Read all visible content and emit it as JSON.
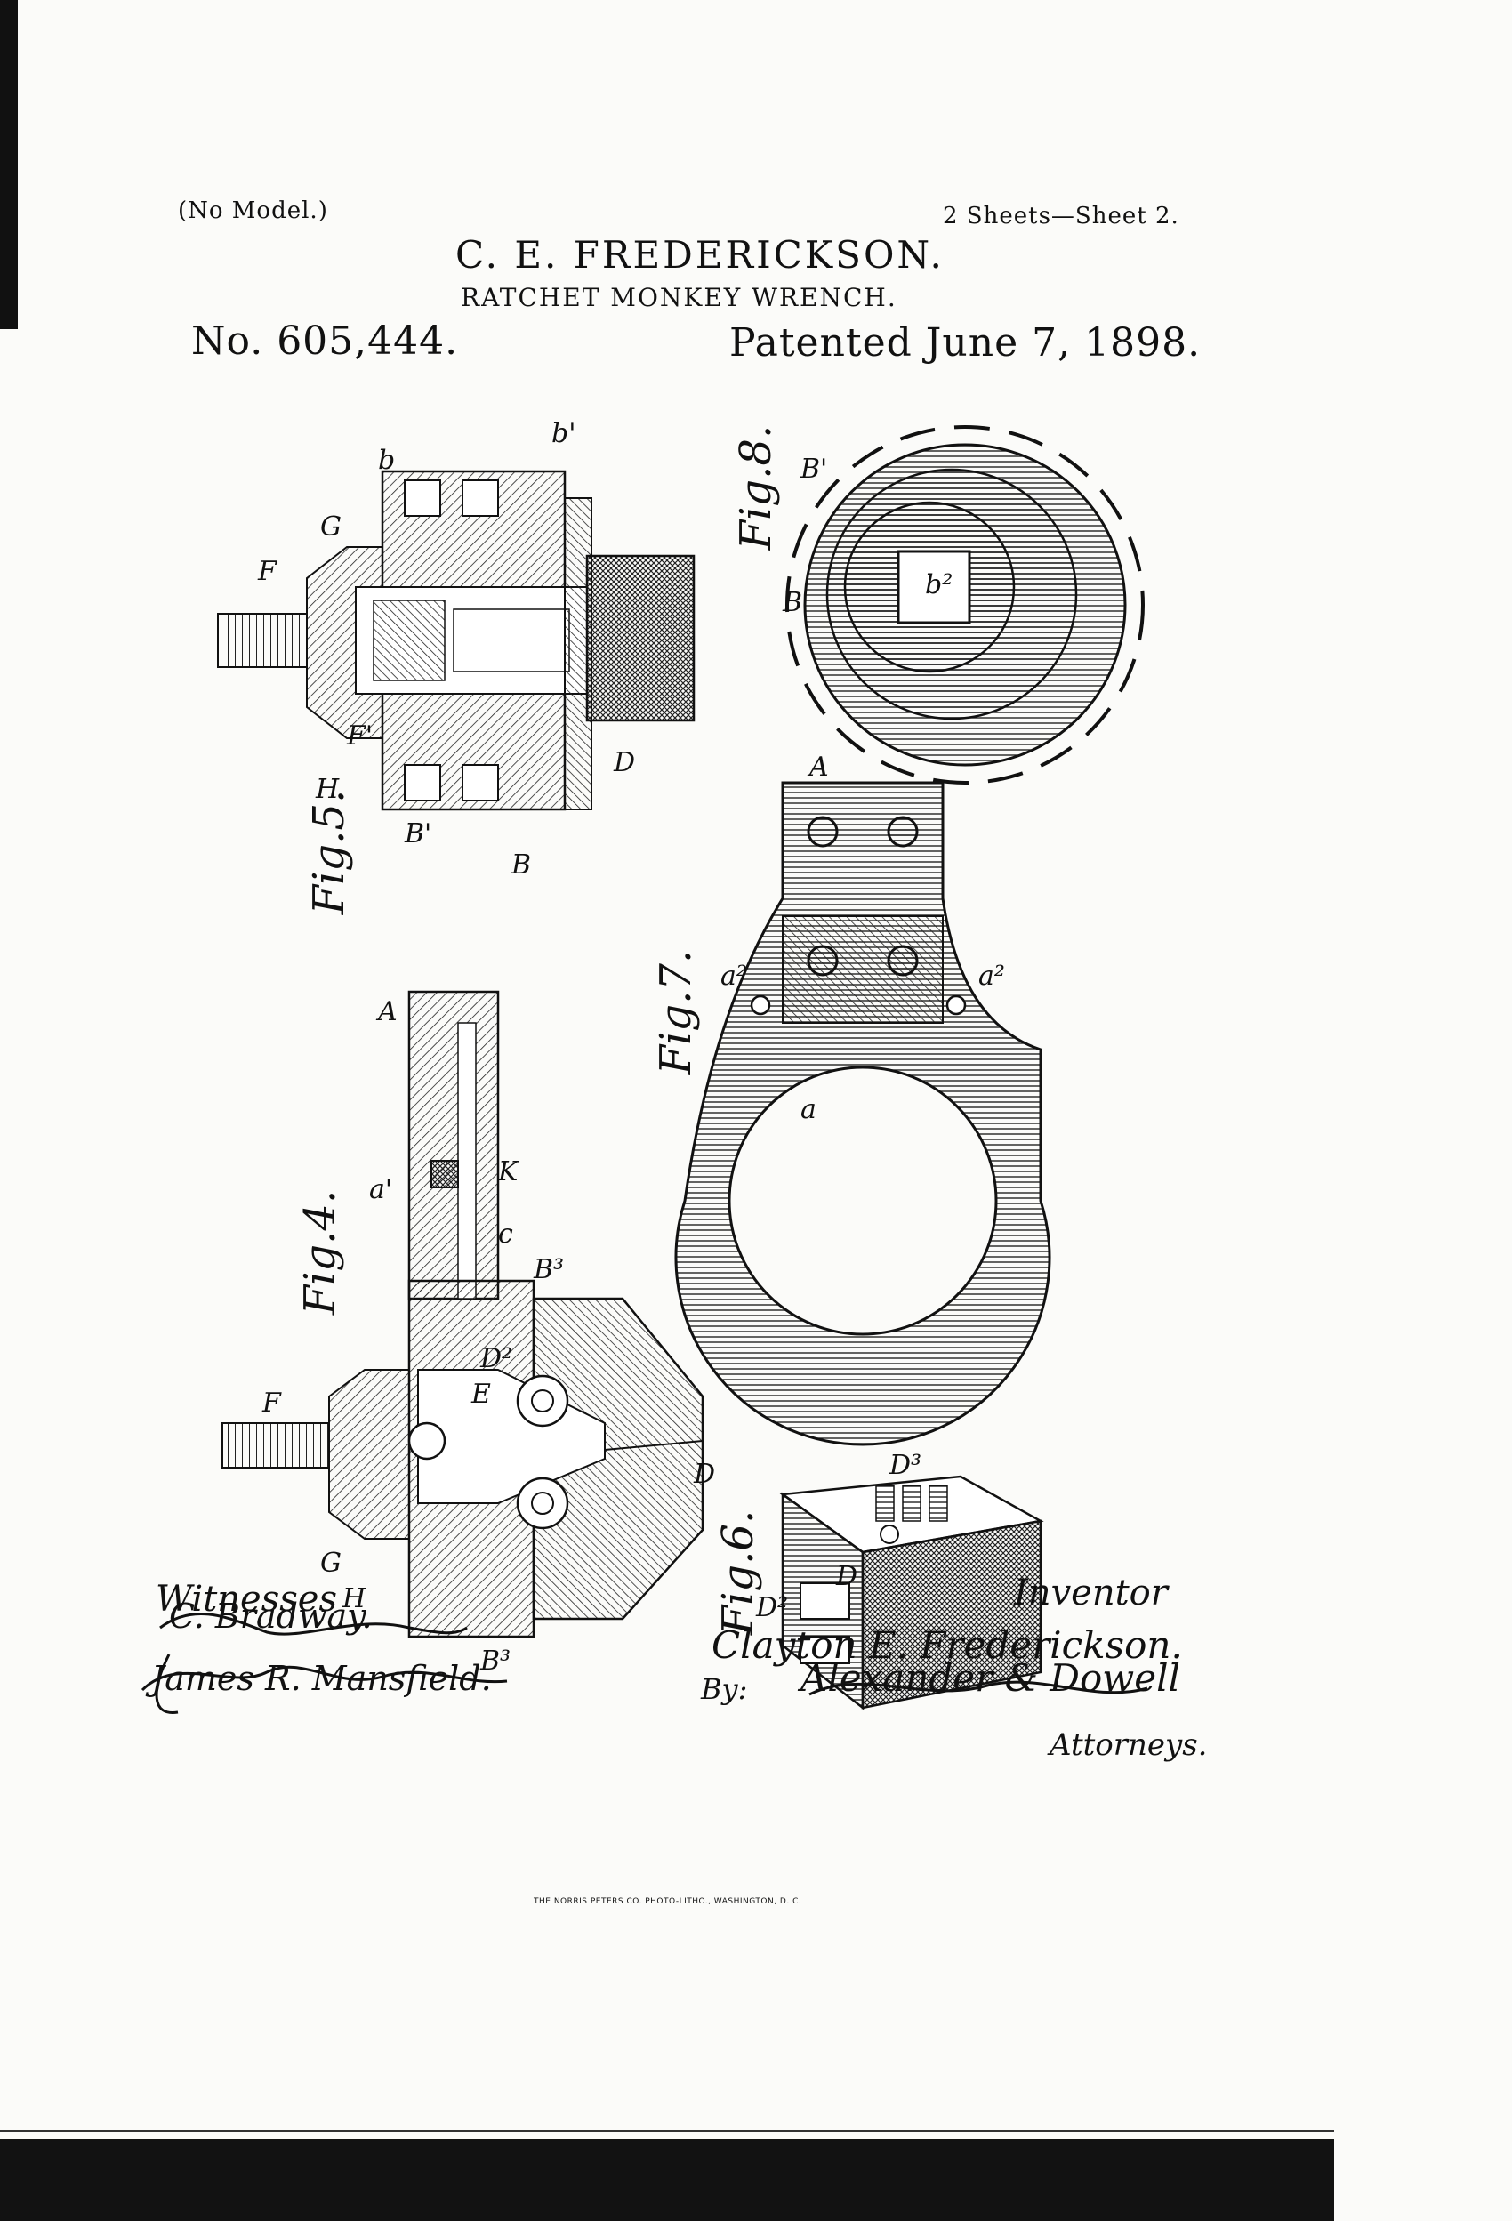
{
  "header": {
    "no_model": "(No Model.)",
    "sheets": "2 Sheets—Sheet 2.",
    "inventor": "C. E. FREDERICKSON.",
    "title": "RATCHET MONKEY WRENCH.",
    "patent_number": "No. 605,444.",
    "patent_date": "Patented June 7, 1898."
  },
  "figures": {
    "fig5": "Fig.5.",
    "fig8": "Fig.8.",
    "fig7": "Fig.7.",
    "fig4": "Fig.4.",
    "fig6": "Fig.6."
  },
  "labels": {
    "F": "F",
    "G": "G",
    "H": "H",
    "B": "B",
    "B1": "B'",
    "B3": "B³",
    "C": "C",
    "D": "D",
    "D2": "D²",
    "D3": "D³",
    "E": "E",
    "A": "A",
    "K": "K",
    "a": "a",
    "a1": "a'",
    "a2": "a²",
    "b": "b",
    "b1": "b'",
    "b2": "b²",
    "g": "g",
    "c": "c",
    "F1": "F'"
  },
  "footer": {
    "witnesses_label": "Witnesses",
    "witness_1": "C. Bradway.",
    "witness_2": "James R. Mansfield.",
    "inventor_label": "Inventor",
    "inventor_signature": "Clayton E. Frederickson.",
    "by_label": "By:",
    "attorney_signature": "Alexander & Dowell",
    "attorneys_label": "Attorneys.",
    "imprint": "THE NORRIS PETERS CO. PHOTO-LITHO., WASHINGTON, D. C."
  }
}
